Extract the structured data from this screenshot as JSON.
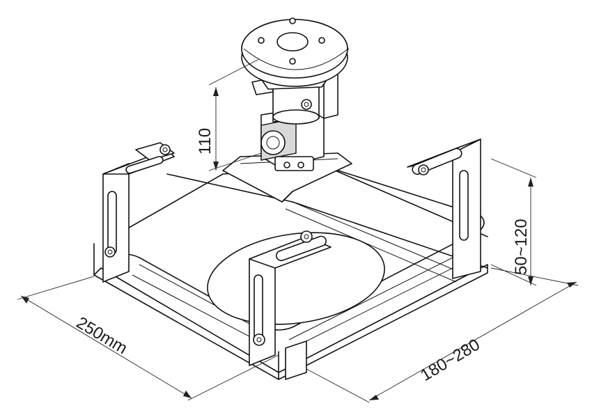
{
  "drawing": {
    "dimensions": {
      "height_label": "110",
      "width_label": "250mm",
      "depth_label": "180~280",
      "side_label": "50~120"
    }
  }
}
